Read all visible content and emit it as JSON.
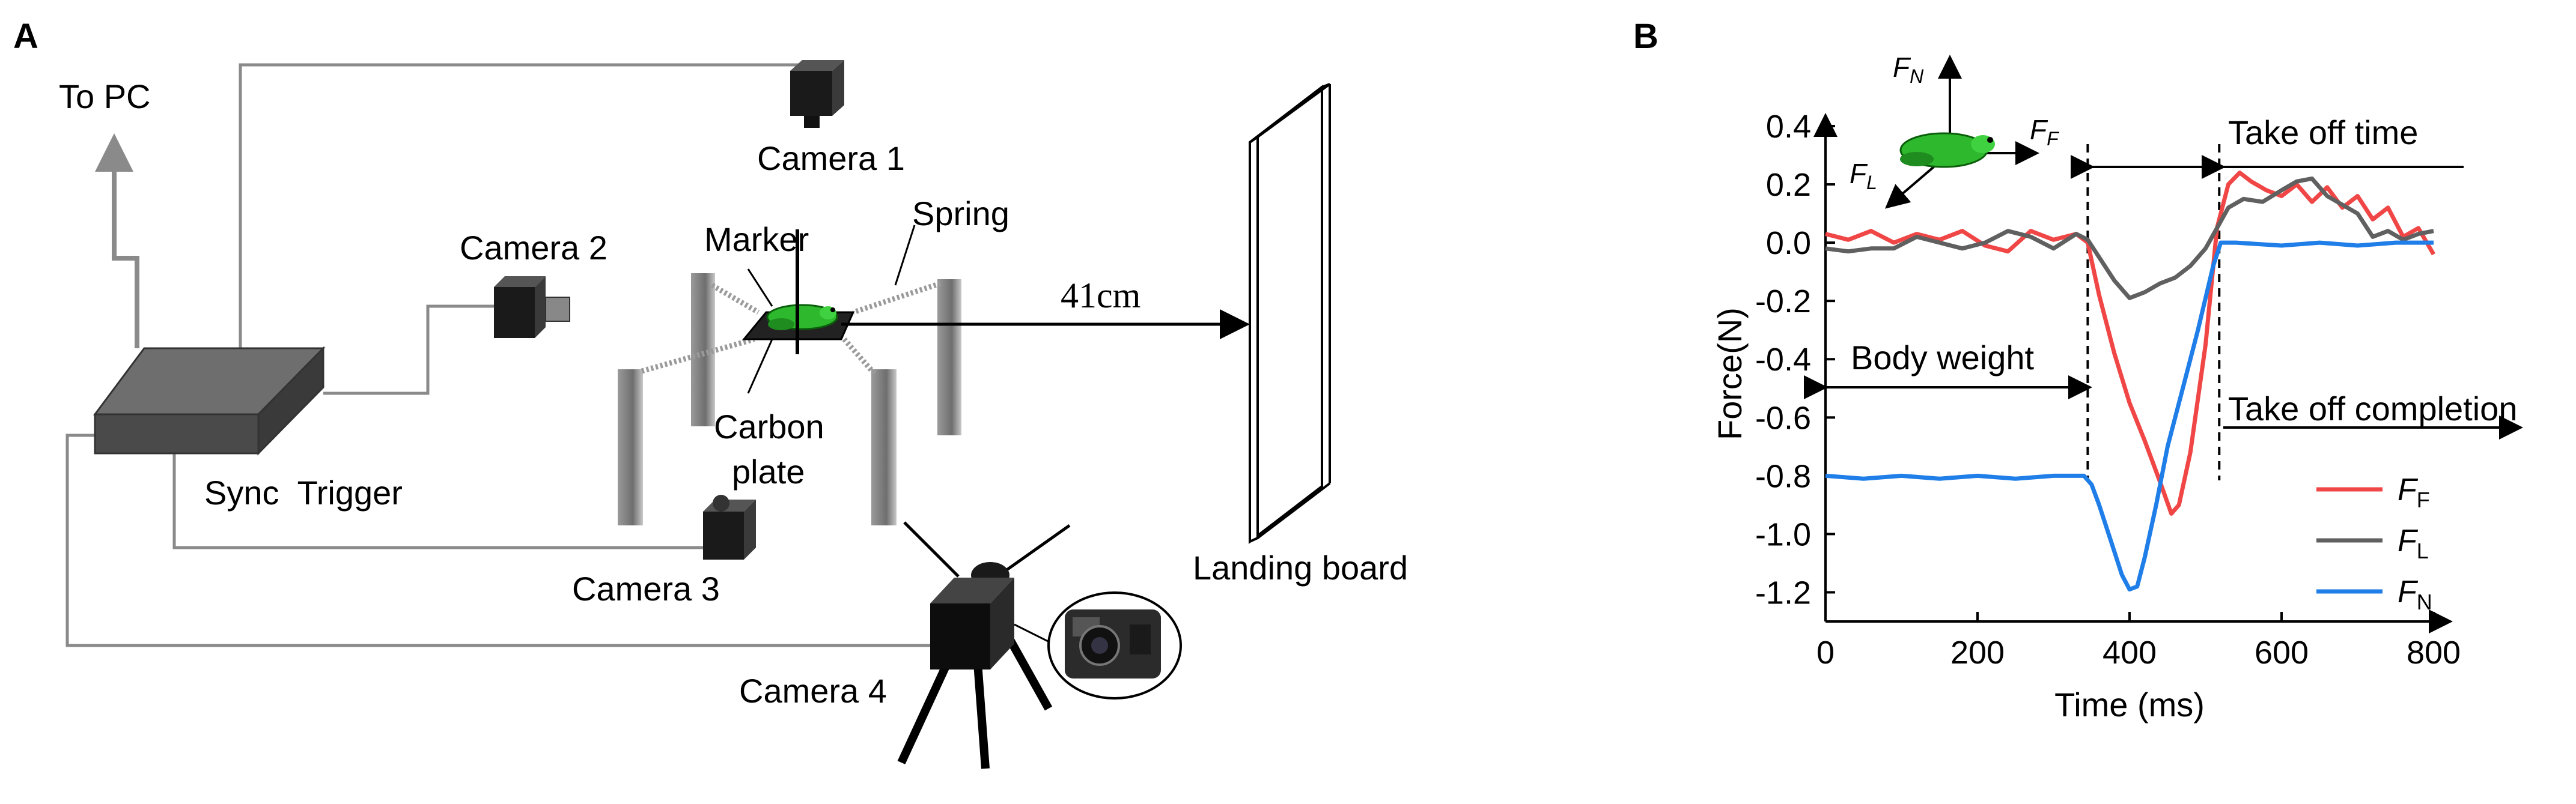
{
  "panel_a": {
    "panel_label": "A",
    "labels": {
      "to_pc": "To PC",
      "camera1": "Camera 1",
      "camera2": "Camera 2",
      "camera3": "Camera 3",
      "camera4": "Camera 4",
      "marker": "Marker",
      "spring": "Spring",
      "distance": "41cm",
      "carbon_line1": "Carbon",
      "carbon_line2": "plate",
      "sync_trigger": "Sync  Trigger",
      "landing_board": "Landing board"
    }
  },
  "panel_b": {
    "panel_label": "B",
    "force_axes": {
      "fn": "F",
      "fn_sub": "N",
      "ff": "F",
      "ff_sub": "F",
      "fl": "F",
      "fl_sub": "L"
    },
    "annotations": {
      "takeoff_time": "Take off time",
      "body_weight": "Body weight",
      "takeoff_completion": "Take off completion"
    },
    "colors": {
      "ff": "#f04646",
      "fl": "#606060",
      "fn": "#1f7ee8"
    }
  },
  "chart_data": {
    "type": "line",
    "xlabel": "Time (ms)",
    "ylabel": "Force(N)",
    "xlim": [
      0,
      800
    ],
    "ylim": [
      -1.3,
      0.4
    ],
    "xticks": [
      0,
      200,
      400,
      600,
      800
    ],
    "xtick_labels": [
      "0",
      "200",
      "400",
      "600",
      "800"
    ],
    "yticks": [
      0.4,
      0.2,
      0.0,
      -0.2,
      -0.4,
      -0.6,
      -0.8,
      -1.0,
      -1.2
    ],
    "ytick_labels": [
      "0.4",
      "0.2",
      "0.0",
      "-0.2",
      "-0.4",
      "-0.6",
      "-0.8",
      "-1.0",
      "-1.2"
    ],
    "vlines": [
      345,
      518
    ],
    "legend_placement": "lower-right",
    "series": [
      {
        "name": "F",
        "sub": "F",
        "color": "#f04646",
        "x": [
          0,
          30,
          60,
          90,
          120,
          150,
          180,
          210,
          240,
          270,
          300,
          330,
          345,
          360,
          380,
          400,
          420,
          440,
          455,
          465,
          480,
          500,
          515,
          530,
          545,
          560,
          580,
          600,
          620,
          640,
          660,
          680,
          700,
          720,
          740,
          760,
          780,
          800
        ],
        "y": [
          0.03,
          0.01,
          0.04,
          0.0,
          0.03,
          0.01,
          0.04,
          -0.01,
          -0.03,
          0.04,
          0.01,
          0.03,
          0.0,
          -0.18,
          -0.38,
          -0.55,
          -0.68,
          -0.82,
          -0.93,
          -0.9,
          -0.72,
          -0.35,
          0.05,
          0.2,
          0.24,
          0.21,
          0.18,
          0.16,
          0.2,
          0.14,
          0.19,
          0.12,
          0.16,
          0.08,
          0.12,
          0.02,
          0.05,
          -0.04
        ]
      },
      {
        "name": "F",
        "sub": "L",
        "color": "#606060",
        "x": [
          0,
          30,
          60,
          90,
          120,
          150,
          180,
          210,
          240,
          270,
          300,
          330,
          345,
          360,
          380,
          400,
          420,
          440,
          460,
          480,
          500,
          515,
          530,
          550,
          575,
          600,
          620,
          640,
          660,
          680,
          700,
          720,
          740,
          760,
          780,
          800
        ],
        "y": [
          -0.02,
          -0.03,
          -0.02,
          -0.02,
          0.02,
          0.0,
          -0.02,
          0.0,
          0.04,
          0.02,
          -0.02,
          0.03,
          0.01,
          -0.05,
          -0.13,
          -0.19,
          -0.17,
          -0.14,
          -0.12,
          -0.08,
          -0.02,
          0.05,
          0.12,
          0.15,
          0.14,
          0.18,
          0.21,
          0.22,
          0.16,
          0.13,
          0.1,
          0.02,
          0.04,
          0.01,
          0.03,
          0.04
        ]
      },
      {
        "name": "F",
        "sub": "N",
        "color": "#1f7ee8",
        "x": [
          0,
          50,
          100,
          150,
          200,
          250,
          300,
          340,
          350,
          360,
          375,
          390,
          400,
          410,
          420,
          435,
          450,
          470,
          490,
          510,
          520,
          540,
          600,
          650,
          700,
          750,
          800
        ],
        "y": [
          -0.8,
          -0.81,
          -0.8,
          -0.81,
          -0.8,
          -0.81,
          -0.8,
          -0.8,
          -0.83,
          -0.9,
          -1.02,
          -1.14,
          -1.19,
          -1.18,
          -1.08,
          -0.9,
          -0.7,
          -0.5,
          -0.3,
          -0.08,
          0.0,
          0.0,
          -0.01,
          0.0,
          -0.01,
          0.0,
          0.0
        ]
      }
    ]
  }
}
